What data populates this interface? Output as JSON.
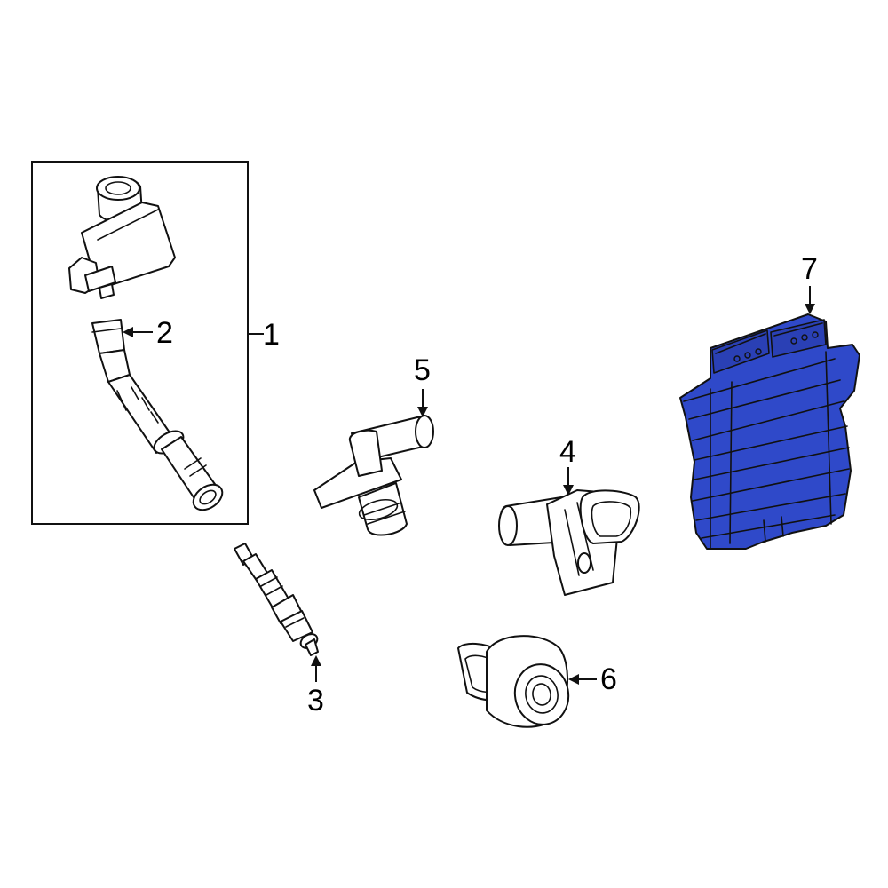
{
  "diagram": {
    "highlight_color": "#2f49c9",
    "line_color": "#111111",
    "background_color": "#ffffff",
    "callouts": [
      {
        "id": "1",
        "label": "1"
      },
      {
        "id": "2",
        "label": "2"
      },
      {
        "id": "3",
        "label": "3"
      },
      {
        "id": "4",
        "label": "4"
      },
      {
        "id": "5",
        "label": "5"
      },
      {
        "id": "6",
        "label": "6"
      },
      {
        "id": "7",
        "label": "7"
      }
    ],
    "highlighted_part": "7"
  }
}
